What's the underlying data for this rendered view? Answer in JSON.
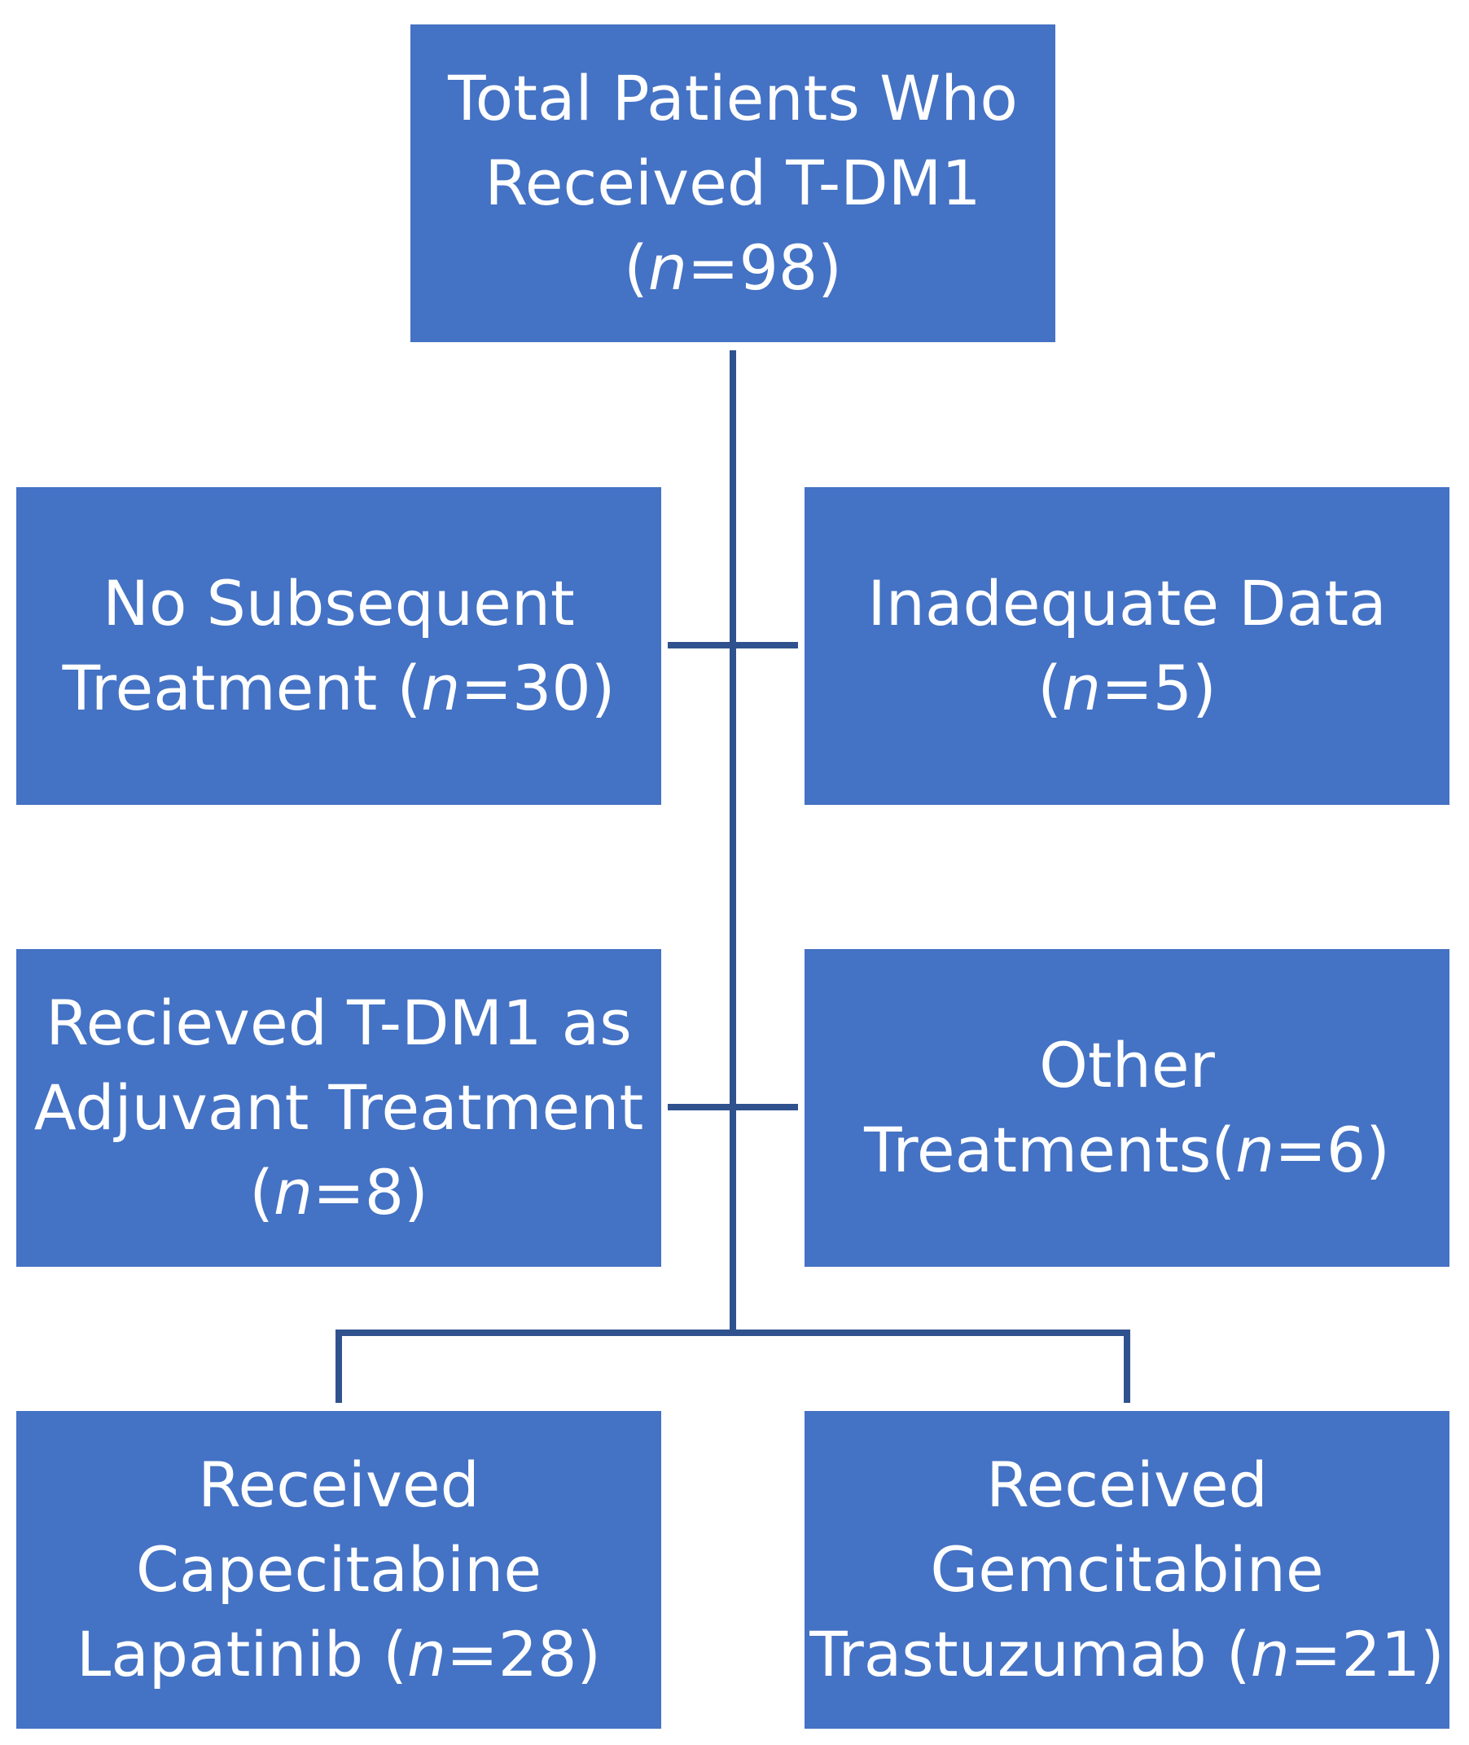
{
  "colors": {
    "box_fill": "#4472C4",
    "line": "#2F528F",
    "text": "#FFFFFF"
  },
  "boxes": {
    "total": {
      "lines": [
        {
          "text": "Total Patients Who"
        },
        {
          "text": "Received T-DM1"
        },
        {
          "pre": "(",
          "n": "n",
          "post": "=98)"
        }
      ]
    },
    "nosub": {
      "lines": [
        {
          "text": "No Subsequent"
        },
        {
          "pre": "Treatment (",
          "n": "n",
          "post": "=30)"
        }
      ]
    },
    "inad": {
      "lines": [
        {
          "text": "Inadequate Data"
        },
        {
          "pre": "(",
          "n": "n",
          "post": "=5)"
        }
      ]
    },
    "adj": {
      "lines": [
        {
          "text": "Recieved T-DM1 as"
        },
        {
          "text": "Adjuvant Treatment"
        },
        {
          "pre": "(",
          "n": "n",
          "post": "=8)"
        }
      ]
    },
    "other": {
      "lines": [
        {
          "text": "Other"
        },
        {
          "pre": "Treatments(",
          "n": "n",
          "post": "=6)"
        }
      ]
    },
    "cape": {
      "lines": [
        {
          "text": "Received"
        },
        {
          "text": "Capecitabine"
        },
        {
          "pre": "Lapatinib (",
          "n": "n",
          "post": "=28)"
        }
      ]
    },
    "gem": {
      "lines": [
        {
          "text": "Received"
        },
        {
          "text": "Gemcitabine"
        },
        {
          "pre": "Trastuzumab (",
          "n": "n",
          "post": "=21)"
        }
      ]
    }
  }
}
